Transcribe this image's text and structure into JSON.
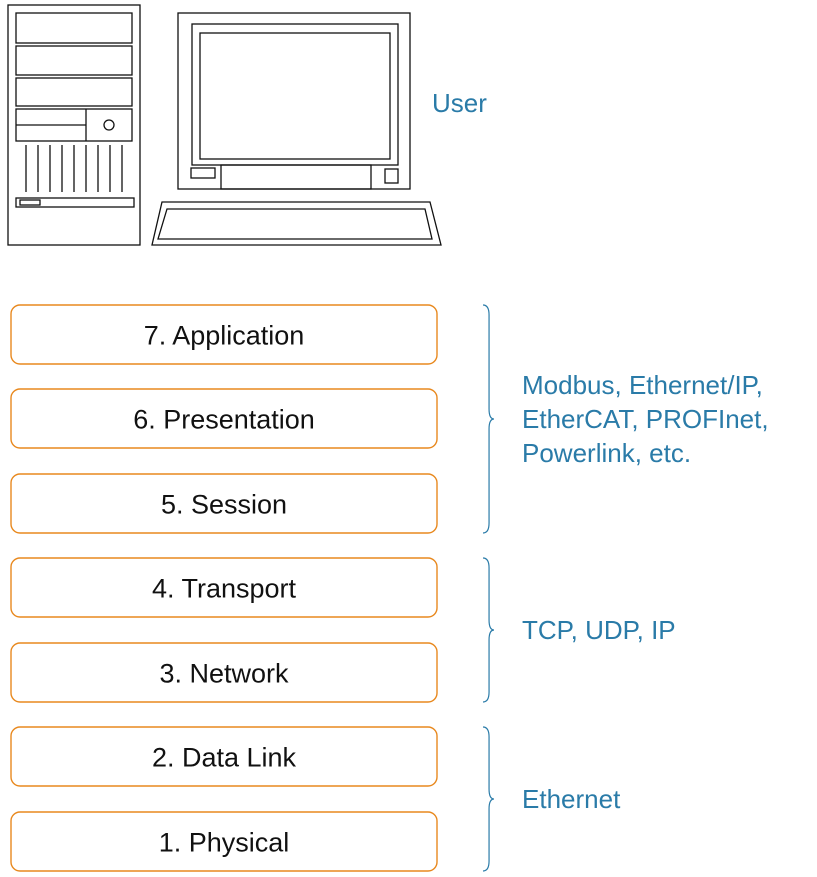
{
  "colors": {
    "accent": "#2A7BA8",
    "layer_border": "#E8891F",
    "text": "#111111"
  },
  "user_label": "User",
  "layers": [
    {
      "label": "7. Application"
    },
    {
      "label": "6. Presentation"
    },
    {
      "label": "5. Session"
    },
    {
      "label": "4. Transport"
    },
    {
      "label": "3. Network"
    },
    {
      "label": "2. Data Link"
    },
    {
      "label": "1. Physical"
    }
  ],
  "groups": [
    {
      "lines": [
        "Modbus, Ethernet/IP,",
        "EtherCAT, PROFInet,",
        "Powerlink, etc."
      ]
    },
    {
      "lines": [
        "TCP, UDP, IP"
      ]
    },
    {
      "lines": [
        "Ethernet"
      ]
    }
  ],
  "icons": [
    "computer-tower-icon",
    "monitor-icon",
    "keyboard-icon"
  ]
}
